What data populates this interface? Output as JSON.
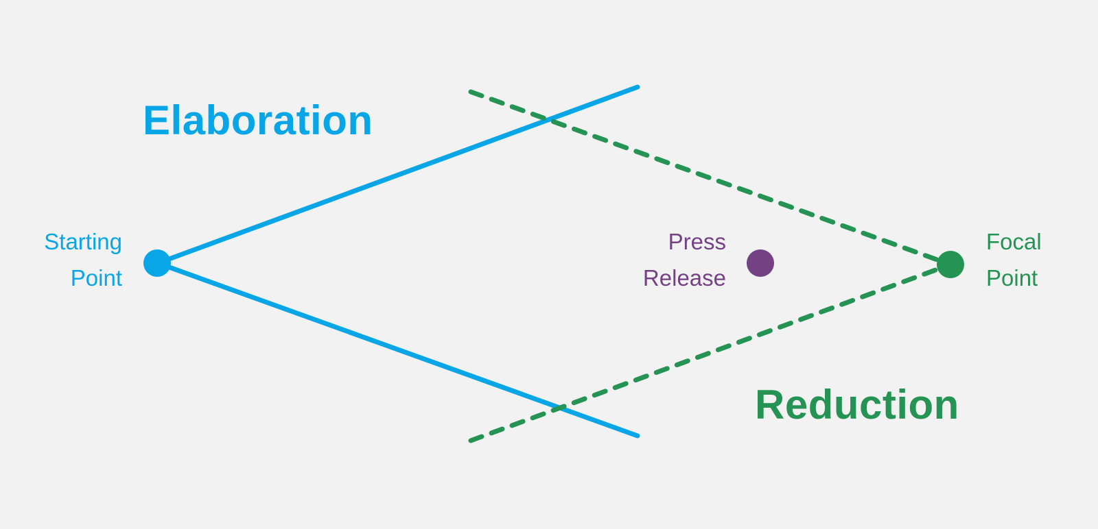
{
  "colors": {
    "background": "#f2f2f2",
    "elaboration": "#08a6e6",
    "reduction": "#249353",
    "press_release": "#744284"
  },
  "labels": {
    "elaboration": "Elaboration",
    "reduction": "Reduction",
    "starting_point": [
      "Starting",
      "Point"
    ],
    "press_release": [
      "Press",
      "Release"
    ],
    "focal_point": [
      "Focal",
      "Point"
    ]
  },
  "lines": {
    "elaboration": {
      "style": "solid",
      "color": "#08a6e6"
    },
    "reduction": {
      "style": "dashed",
      "color": "#249353"
    }
  }
}
